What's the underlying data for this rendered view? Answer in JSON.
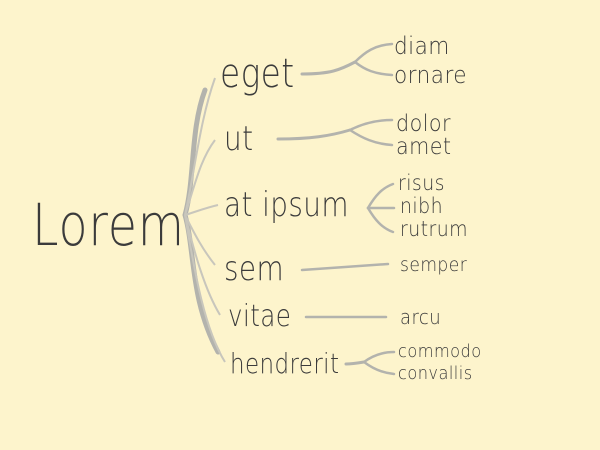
{
  "root": "Lorem",
  "branches": [
    {
      "label": "eget",
      "leaves": [
        "diam",
        "ornare"
      ]
    },
    {
      "label": "ut",
      "leaves": [
        "dolor",
        "amet"
      ]
    },
    {
      "label": "at ipsum",
      "leaves": [
        "risus",
        "nibh",
        "rutrum"
      ]
    },
    {
      "label": "sem",
      "leaves": [
        "semper"
      ]
    },
    {
      "label": "vitae",
      "leaves": [
        "arcu"
      ]
    },
    {
      "label": "hendrerit",
      "leaves": [
        "commodo",
        "convallis"
      ]
    }
  ],
  "colors": {
    "background": "#fdf4cc",
    "text": "#3b3b3b",
    "connector": "#b3b3ad"
  }
}
